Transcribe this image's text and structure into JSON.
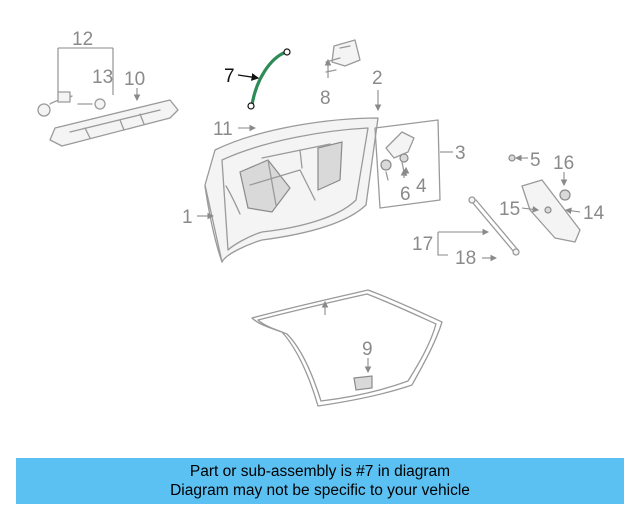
{
  "callouts": {
    "c1": "1",
    "c2": "2",
    "c3": "3",
    "c4": "4",
    "c5": "5",
    "c6": "6",
    "c7": "7",
    "c8": "8",
    "c9": "9",
    "c10": "10",
    "c11": "11",
    "c12": "12",
    "c13": "13",
    "c14": "14",
    "c15": "15",
    "c16": "16",
    "c17": "17",
    "c18": "18"
  },
  "highlight": {
    "part_number": "7",
    "color": "#2e8b57"
  },
  "banner": {
    "line1": "Part or sub-assembly is #7 in diagram",
    "line2": "Diagram may not be specific to your vehicle",
    "background": "#5bc1f2"
  }
}
